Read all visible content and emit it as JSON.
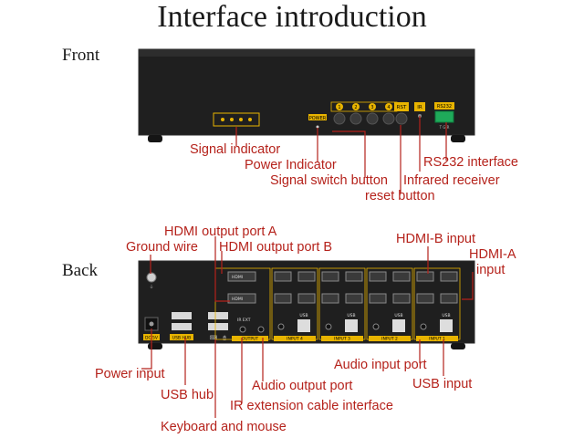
{
  "title": "Interface introduction",
  "sections": {
    "front": "Front",
    "back": "Back"
  },
  "front_labels": {
    "signal_indicator": "Signal indicator",
    "power_indicator": "Power Indicator",
    "signal_switch": "Signal switch button",
    "infrared": "Infrared receiver",
    "reset": "reset button",
    "rs232": "RS232 interface"
  },
  "front_panel_text": {
    "power": "POWER",
    "btn1": "1",
    "btn2": "2",
    "btn3": "3",
    "btn4": "4",
    "rst": "RST",
    "ir": "IR",
    "rs232": "RS232",
    "rs232_pins": "T  G  R"
  },
  "back_labels": {
    "hdmi_out_a": "HDMI output port A",
    "hdmi_out_b": "HDMI output port B",
    "ground": "Ground wire",
    "hdmi_b_in": "HDMI-B input",
    "hdmi_a_in_1": "HDMI-A",
    "hdmi_a_in_2": "input",
    "power_input": "Power input",
    "usb_hub": "USB hub",
    "keyboard_mouse": "Keyboard and mouse",
    "ir_ext": "IR extension cable interface",
    "audio_out": "Audio output port",
    "audio_in": "Audio input port",
    "usb_input": "USB input"
  },
  "back_panel_text": {
    "dc": "DC 5V",
    "usb_hub": "USB HUB",
    "output": "OUTPUT",
    "ir_ext": "IR EXT",
    "input4": "INPUT 4",
    "input3": "INPUT 3",
    "input2": "INPUT 2",
    "input1": "INPUT 1",
    "hdmi": "HDMI",
    "usb": "USB"
  },
  "colors": {
    "label": "#b5221b",
    "device": "#1f1f1f",
    "accent": "#e8b400"
  }
}
